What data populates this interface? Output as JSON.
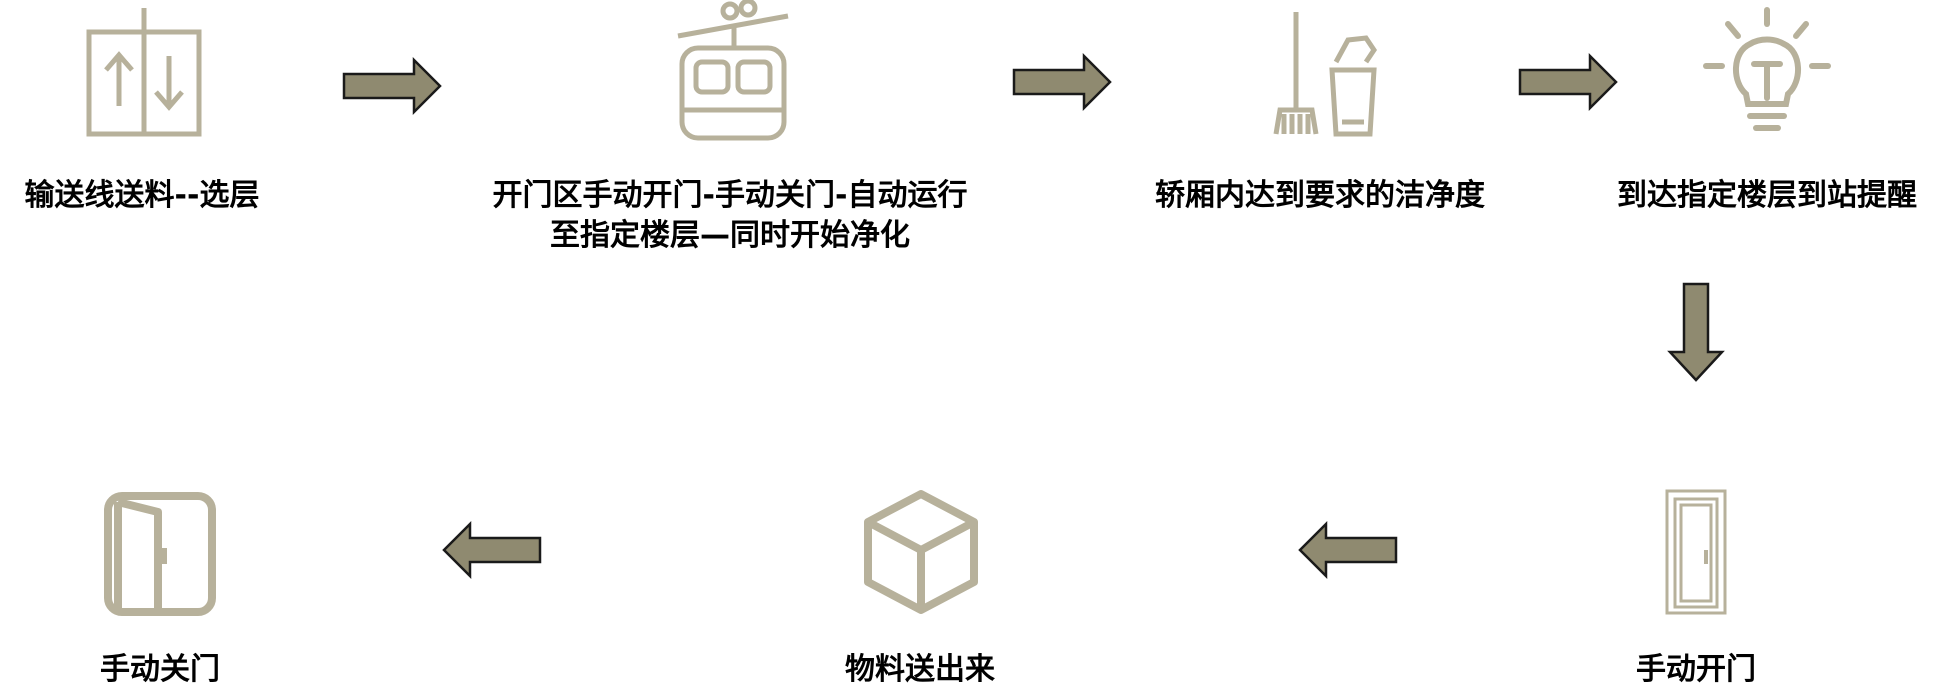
{
  "theme": {
    "icon_color": "#b7b19b",
    "arrow_fill": "#8f8a70",
    "arrow_stroke": "#1a1a1a"
  },
  "steps": [
    {
      "label": "输送线送料--选层",
      "icon": "elevator-updown-icon"
    },
    {
      "label": "开门区手动开门-手动关门-自动运行",
      "label_line2": "至指定楼层—同时开始净化",
      "icon": "cable-car-icon"
    },
    {
      "label": "轿厢内达到要求的洁净度",
      "icon": "broom-trash-can-icon"
    },
    {
      "label": "到达指定楼层到站提醒",
      "icon": "light-bulb-icon"
    },
    {
      "label": "手动开门",
      "icon": "door-icon"
    },
    {
      "label": "物料送出来",
      "icon": "cube-box-icon"
    },
    {
      "label": "手动关门",
      "icon": "closed-door-icon"
    }
  ]
}
